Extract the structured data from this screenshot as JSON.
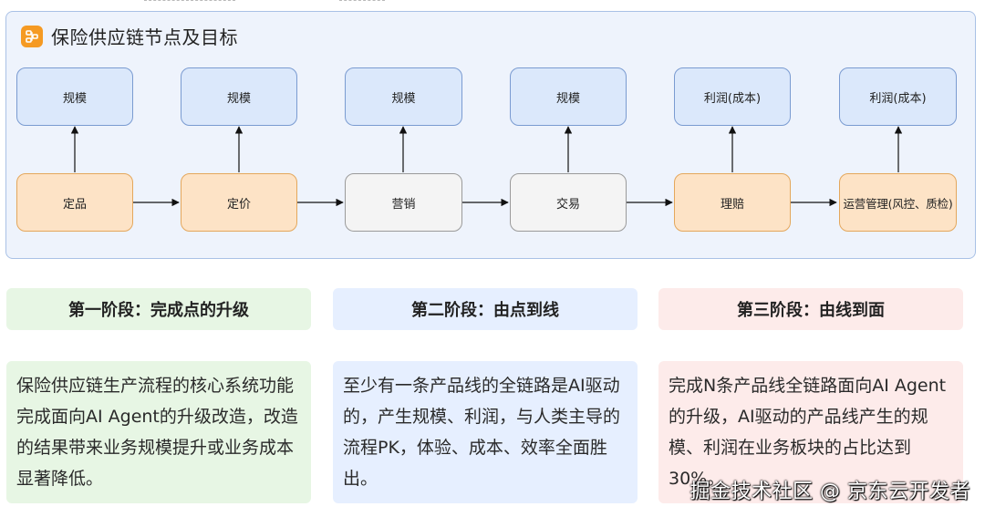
{
  "panel": {
    "title": "保险供应链节点及目标",
    "icon": "flowchart-icon"
  },
  "goals": [
    {
      "label": "规模"
    },
    {
      "label": "规模"
    },
    {
      "label": "规模"
    },
    {
      "label": "规模"
    },
    {
      "label": "利润(成本)"
    },
    {
      "label": "利润(成本)"
    }
  ],
  "nodes": [
    {
      "label": "定品",
      "state": "active"
    },
    {
      "label": "定价",
      "state": "active"
    },
    {
      "label": "营销",
      "state": "idle"
    },
    {
      "label": "交易",
      "state": "idle"
    },
    {
      "label": "理赔",
      "state": "active"
    },
    {
      "label": "运营管理(风控、质检)",
      "state": "active"
    }
  ],
  "colors": {
    "active_fill": "#fde3c6",
    "idle_fill": "#f4f4f4",
    "goal_fill": "#dbe8fb",
    "panel_fill": "#eef3fc",
    "stage1": "#e7f6e4",
    "stage2": "#e6efff",
    "stage3": "#fdebea"
  },
  "stages": [
    {
      "title": "第一阶段：完成点的升级",
      "body": "保险供应链生产流程的核心系统功能完成面向AI Agent的升级改造，改造的结果带来业务规模提升或业务成本显著降低。"
    },
    {
      "title": "第二阶段：由点到线",
      "body": "至少有一条产品线的全链路是AI驱动的，产生规模、利润，与人类主导的流程PK，体验、成本、效率全面胜出。"
    },
    {
      "title": "第三阶段：由线到面",
      "body": "完成N条产品线全链路面向AI Agent的升级，AI驱动的产品线产生的规模、利润在业务板块的占比达到30%。"
    }
  ],
  "watermark": "掘金技术社区 @ 京东云开发者"
}
